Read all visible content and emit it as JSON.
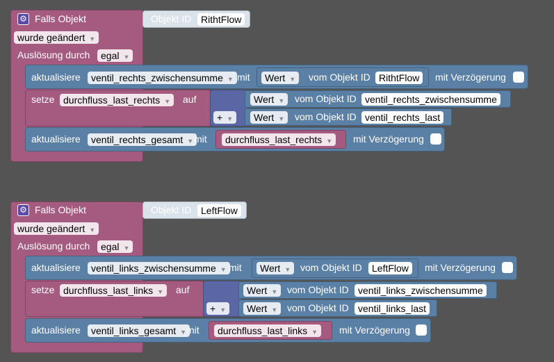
{
  "blocks": [
    {
      "trigger_label": "Falls Objekt",
      "object_id_label": "Objekt ID",
      "object_id_value": "RithtFlow",
      "condition": "wurde geändert",
      "ausloesung_label": "Auslösung durch",
      "ausloesung_value": "egal",
      "update1": {
        "label": "aktualisiere",
        "var": "ventil_rechts_zwischensumme",
        "mit": "mit",
        "wert": "Wert",
        "vom": "vom Objekt ID",
        "obj": "RithtFlow",
        "delay": "mit Verzögerung"
      },
      "setze": {
        "label": "setze",
        "var": "durchfluss_last_rechts",
        "auf": "auf",
        "op": "+",
        "row1_wert": "Wert",
        "row1_vom": "vom Objekt ID",
        "row1_obj": "ventil_rechts_zwischensumme",
        "row2_wert": "Wert",
        "row2_vom": "vom Objekt ID",
        "row2_obj": "ventil_rechts_last"
      },
      "update2": {
        "label": "aktualisiere",
        "var": "ventil_rechts_gesamt",
        "mit": "mit",
        "value_var": "durchfluss_last_rechts",
        "delay": "mit Verzögerung"
      }
    },
    {
      "trigger_label": "Falls Objekt",
      "object_id_label": "Objekt ID",
      "object_id_value": "LeftFlow",
      "condition": "wurde geändert",
      "ausloesung_label": "Auslösung durch",
      "ausloesung_value": "egal",
      "update1": {
        "label": "aktualisiere",
        "var": "ventil_links_zwischensumme",
        "mit": "mit",
        "wert": "Wert",
        "vom": "vom Objekt ID",
        "obj": "LeftFlow",
        "delay": "mit Verzögerung"
      },
      "setze": {
        "label": "setze",
        "var": "durchfluss_last_links",
        "auf": "auf",
        "op": "+",
        "row1_wert": "Wert",
        "row1_vom": "vom Objekt ID",
        "row1_obj": "ventil_links_zwischensumme",
        "row2_wert": "Wert",
        "row2_vom": "vom Objekt ID",
        "row2_obj": "ventil_links_last"
      },
      "update2": {
        "label": "aktualisiere",
        "var": "ventil_links_gesamt",
        "mit": "mit",
        "value_var": "durchfluss_last_links",
        "delay": "mit Verzögerung"
      }
    }
  ],
  "colors": {
    "trigger": "#a55b80",
    "statement": "#5b80a5",
    "math": "#5b67a5",
    "workspace": "#545454"
  },
  "icons": [
    "gear-icon",
    "dropdown-arrow-icon",
    "checkbox"
  ]
}
